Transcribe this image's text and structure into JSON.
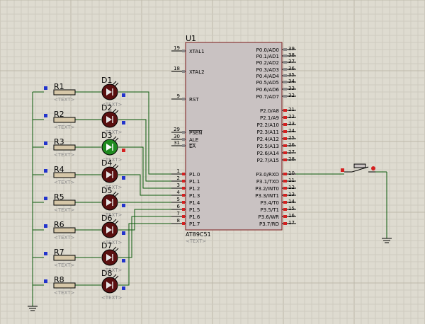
{
  "colors": {
    "background": "#dedbd0",
    "grid_minor": "#cfcbbf",
    "grid_major": "#bdb8aa",
    "wire": "#0a5a0a",
    "chip_fill": "#c9c2c2",
    "resistor_fill": "#d6c7a8",
    "led_off": "#5a1010",
    "led_on": "#1f8a1f",
    "pin_blue": "#2233cc",
    "pin_red": "#d42020"
  },
  "chip": {
    "ref": "U1",
    "part": "AT89C51",
    "text_placeholder": "<TEXT>",
    "left_pins": [
      {
        "num": "19",
        "name": "XTAL1"
      },
      {
        "num": "18",
        "name": "XTAL2"
      },
      {
        "num": "9",
        "name": "RST"
      },
      {
        "num": "29",
        "name": "PSEN",
        "overline": true
      },
      {
        "num": "30",
        "name": "ALE"
      },
      {
        "num": "31",
        "name": "EA",
        "overline": true
      },
      {
        "num": "1",
        "name": "P1.0"
      },
      {
        "num": "2",
        "name": "P1.1"
      },
      {
        "num": "3",
        "name": "P1.2"
      },
      {
        "num": "4",
        "name": "P1.3"
      },
      {
        "num": "5",
        "name": "P1.4"
      },
      {
        "num": "6",
        "name": "P1.5"
      },
      {
        "num": "7",
        "name": "P1.6"
      },
      {
        "num": "8",
        "name": "P1.7"
      }
    ],
    "right_pins": [
      {
        "num": "39",
        "name": "P0.0/AD0"
      },
      {
        "num": "38",
        "name": "P0.1/AD1"
      },
      {
        "num": "37",
        "name": "P0.2/AD2"
      },
      {
        "num": "36",
        "name": "P0.3/AD3"
      },
      {
        "num": "35",
        "name": "P0.4/AD4"
      },
      {
        "num": "34",
        "name": "P0.5/AD5"
      },
      {
        "num": "33",
        "name": "P0.6/AD6"
      },
      {
        "num": "32",
        "name": "P0.7/AD7"
      },
      {
        "num": "21",
        "name": "P2.0/A8"
      },
      {
        "num": "22",
        "name": "P2.1/A9"
      },
      {
        "num": "23",
        "name": "P2.2/A10"
      },
      {
        "num": "24",
        "name": "P2.3/A11"
      },
      {
        "num": "25",
        "name": "P2.4/A12"
      },
      {
        "num": "26",
        "name": "P2.5/A13"
      },
      {
        "num": "27",
        "name": "P2.6/A14"
      },
      {
        "num": "28",
        "name": "P2.7/A15"
      },
      {
        "num": "10",
        "name": "P3.0/RXD"
      },
      {
        "num": "11",
        "name": "P3.1/TXD"
      },
      {
        "num": "12",
        "name": "P3.2/INT0"
      },
      {
        "num": "13",
        "name": "P3.3/INT1"
      },
      {
        "num": "14",
        "name": "P3.4/T0"
      },
      {
        "num": "15",
        "name": "P3.5/T1"
      },
      {
        "num": "16",
        "name": "P3.6/WR"
      },
      {
        "num": "17",
        "name": "P3.7/RD"
      }
    ]
  },
  "resistors": [
    {
      "ref": "R1",
      "text": "<TEXT>"
    },
    {
      "ref": "R2",
      "text": "<TEXT>"
    },
    {
      "ref": "R3",
      "text": "<TEXT>"
    },
    {
      "ref": "R4",
      "text": "<TEXT>"
    },
    {
      "ref": "R5",
      "text": "<TEXT>"
    },
    {
      "ref": "R6",
      "text": "<TEXT>"
    },
    {
      "ref": "R7",
      "text": "<TEXT>"
    },
    {
      "ref": "R8",
      "text": "<TEXT>"
    }
  ],
  "leds": [
    {
      "ref": "D1",
      "text": "<TEXT>",
      "lit": false
    },
    {
      "ref": "D2",
      "text": "<TEXT>",
      "lit": false
    },
    {
      "ref": "D3",
      "text": "<TEXT>",
      "lit": true
    },
    {
      "ref": "D4",
      "text": "<TEXT>",
      "lit": false
    },
    {
      "ref": "D5",
      "text": "<TEXT>",
      "lit": false
    },
    {
      "ref": "D6",
      "text": "<TEXT>",
      "lit": false
    },
    {
      "ref": "D7",
      "text": "<TEXT>",
      "lit": false
    },
    {
      "ref": "D8",
      "text": "<TEXT>",
      "lit": false
    }
  ]
}
